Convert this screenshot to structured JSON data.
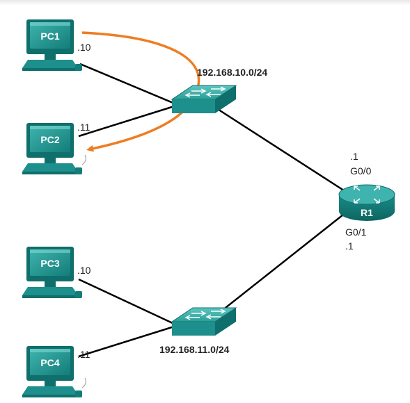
{
  "colors": {
    "device_teal": "#1d8f8c",
    "device_dark": "#0f6f6c",
    "device_light": "#6fd1cb",
    "link": "#000000",
    "flow_arrow": "#ee7d22"
  },
  "devices": {
    "pc1": {
      "name": "PC1",
      "host": ".10",
      "icon": "pc-icon"
    },
    "pc2": {
      "name": "PC2",
      "host": ".11",
      "icon": "pc-icon"
    },
    "pc3": {
      "name": "PC3",
      "host": ".10",
      "icon": "pc-icon"
    },
    "pc4": {
      "name": "PC4",
      "host": ".11",
      "icon": "pc-icon"
    },
    "switch1": {
      "network": "192.168.10.0/24",
      "icon": "switch-icon"
    },
    "switch2": {
      "network": "192.168.11.0/24",
      "icon": "switch-icon"
    },
    "router": {
      "name": "R1",
      "icon": "router-icon",
      "g00": {
        "interface": "G0/0",
        "host": ".1"
      },
      "g01": {
        "interface": "G0/1",
        "host": ".1"
      }
    }
  },
  "flow": {
    "from": "PC1",
    "to": "PC2",
    "icon": "traffic-arrow-icon"
  }
}
